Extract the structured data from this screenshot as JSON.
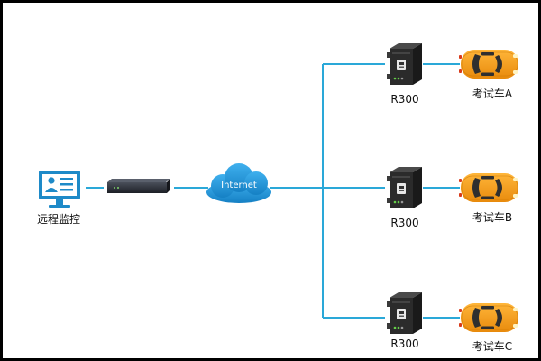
{
  "diagram": {
    "monitor_label": "远程监控",
    "cloud_label": "Internet",
    "router_model": "R300",
    "cars": [
      {
        "label": "考试车A"
      },
      {
        "label": "考试车B"
      },
      {
        "label": "考试车C"
      }
    ],
    "colors": {
      "link": "#2aa8d8",
      "monitor": "#1e8ac8",
      "cloud": "#2196d6",
      "car": "#f5a020",
      "device": "#2b2b2b",
      "border": "#000000"
    }
  }
}
